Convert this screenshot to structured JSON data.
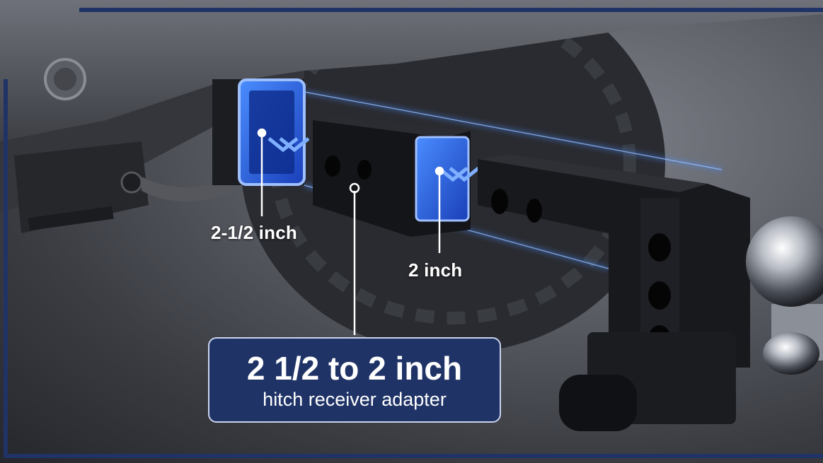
{
  "callouts": {
    "large_receiver": "2-1/2 inch",
    "small_receiver": "2 inch"
  },
  "banner": {
    "title": "2 1/2 to 2 inch",
    "subtitle": "hitch receiver adapter"
  },
  "colors": {
    "frame": "#1f3366",
    "banner_bg": "#1f3366",
    "glow": "#2f7bff",
    "metal": "#141519",
    "chrome": "#d9dce2"
  }
}
